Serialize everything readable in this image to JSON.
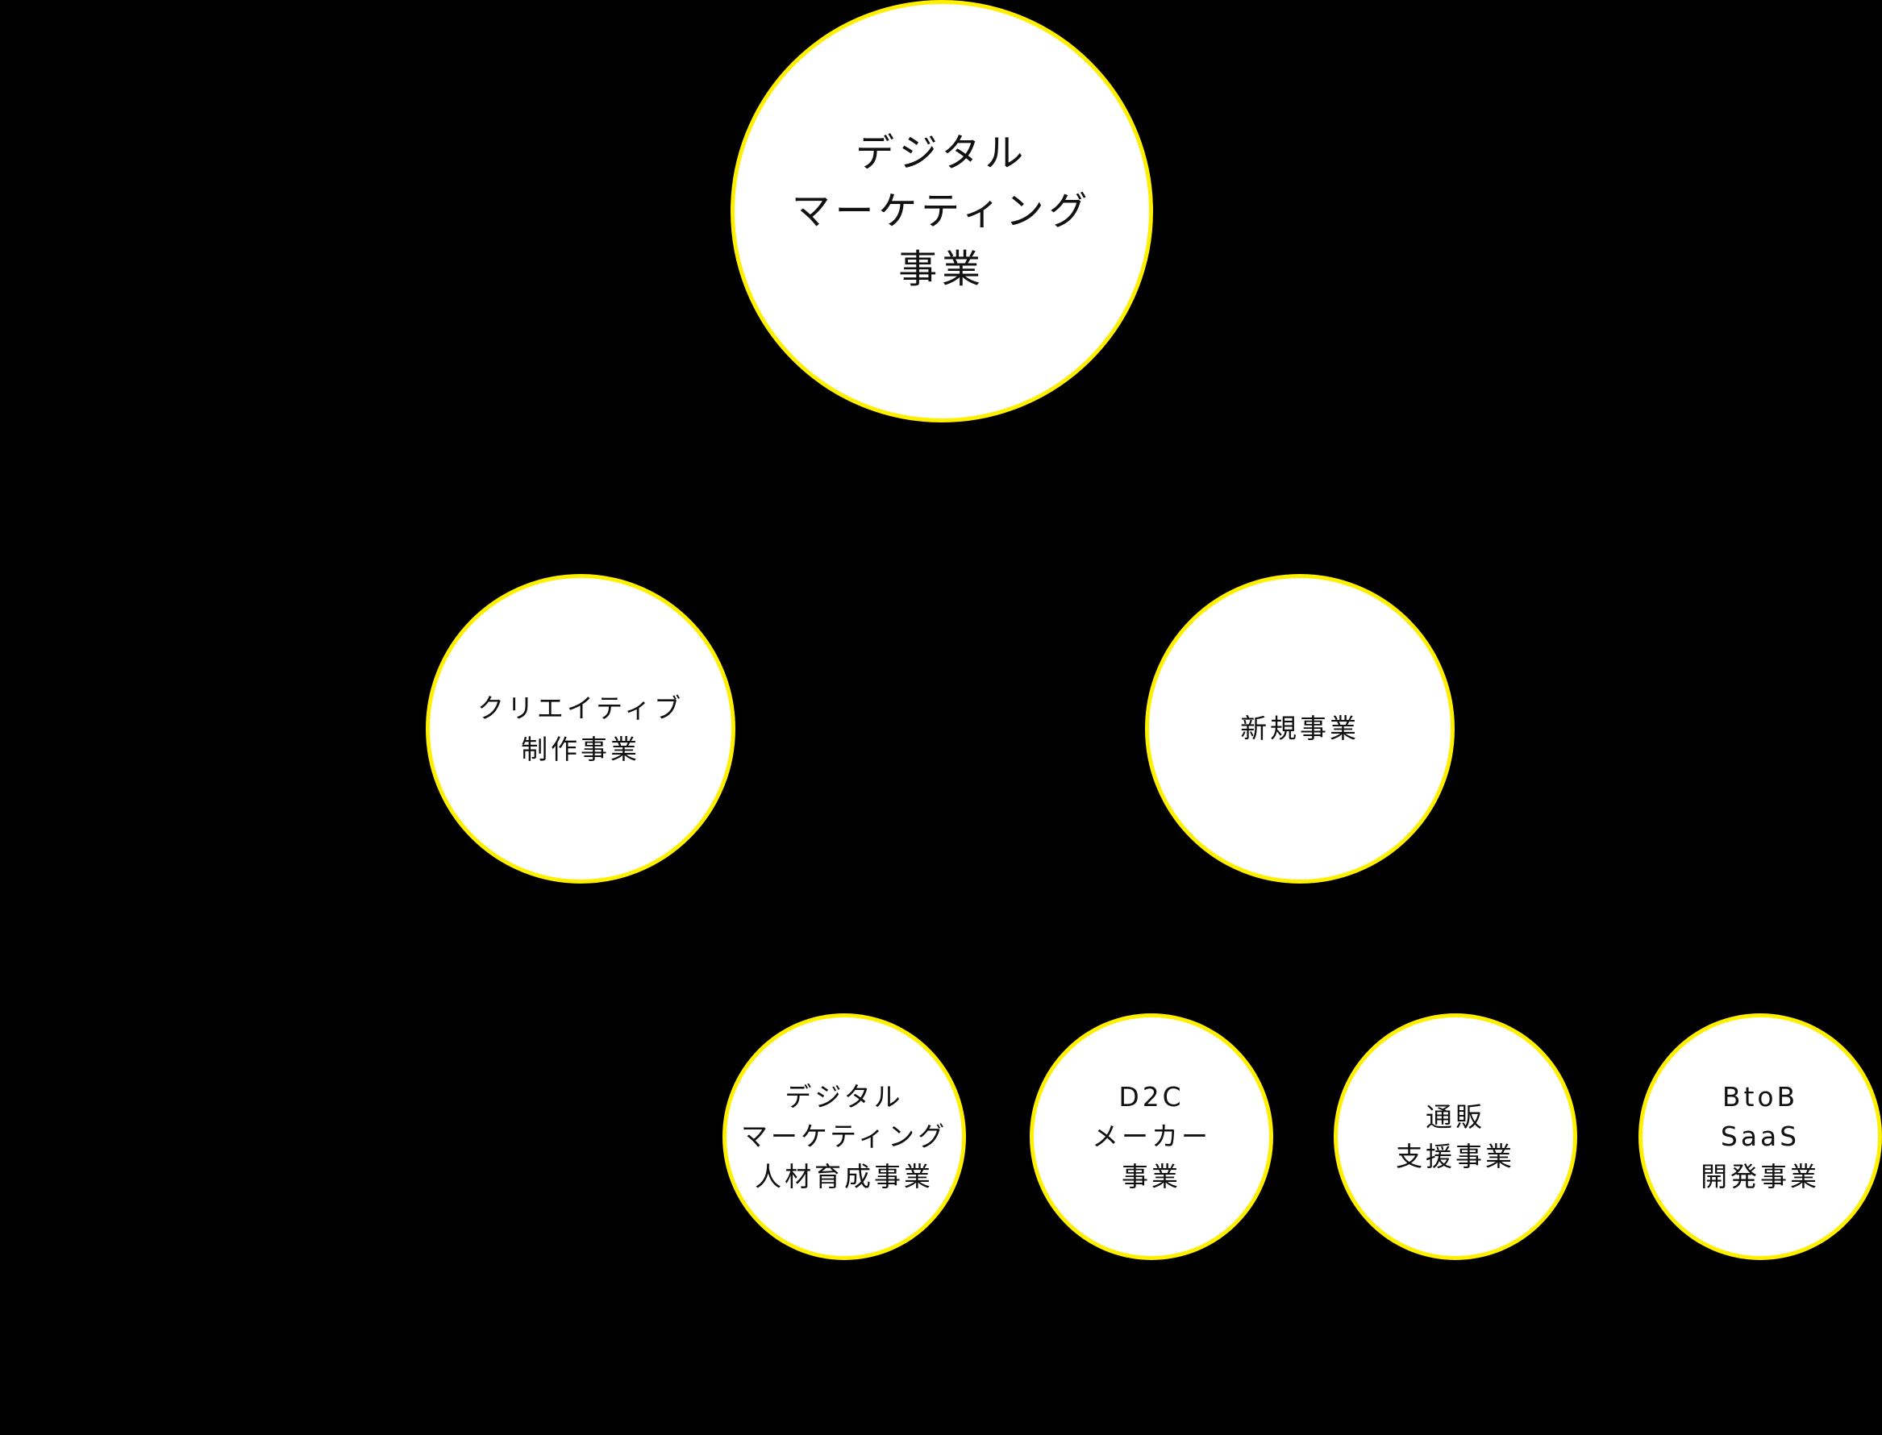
{
  "diagram": {
    "type": "org-tree",
    "background_color": "#000000",
    "node_fill": "#ffffff",
    "node_border_color": "#FFF000",
    "root": {
      "id": "digital-marketing",
      "label": "デジタル\nマーケティング\n事業"
    },
    "level2": [
      {
        "id": "creative",
        "label": "クリエイティブ\n制作事業"
      },
      {
        "id": "new-business",
        "label": "新規事業"
      }
    ],
    "level3": [
      {
        "id": "hr-education",
        "parent": "new-business",
        "label": "デジタル\nマーケティング\n人材育成事業"
      },
      {
        "id": "d2c",
        "parent": "new-business",
        "label": "D2C\nメーカー\n事業"
      },
      {
        "id": "ec-support",
        "parent": "new-business",
        "label": "通販\n支援事業"
      },
      {
        "id": "btob-saas",
        "parent": "new-business",
        "label": "BtoB\nSaaS\n開発事業"
      }
    ]
  }
}
